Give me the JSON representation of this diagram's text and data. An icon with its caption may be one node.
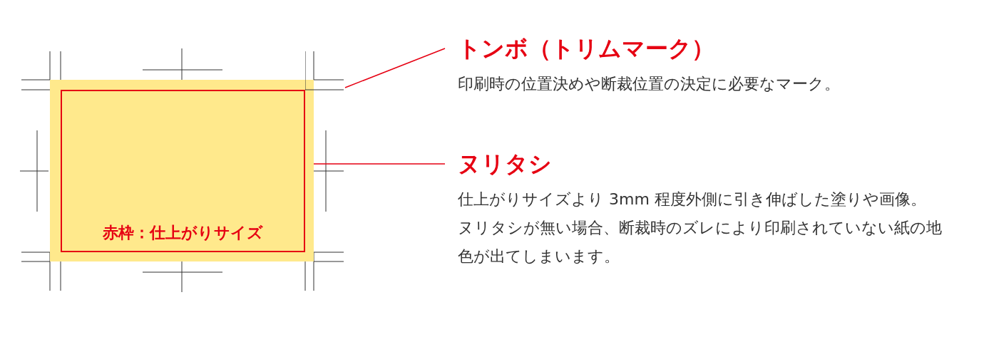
{
  "diagram": {
    "nodes": [
      {
        "text": [],
        "shape": "box"
      },
      {
        "text": [
          "赤枠：仕上がりサイズ"
        ],
        "in": 0
      },
      {
        "text": [],
        "shape": "cross"
      },
      {
        "text": [
          "トンボ（トリムマーク）",
          "印刷時の位置決めや断裁位置の決定に必要なマーク。"
        ]
      },
      {
        "text": [
          "ヌリタシ",
          "仕上がりサイズより 3mm 程度外側に引き伸ばした塗りや画像。",
          "ヌリタシが無い場合、断裁時のズレにより印刷されていない紙の地色が出てしまいます。"
        ]
      }
    ],
    "edges": [
      {
        "from": 3,
        "to": 2,
        "arrow": "none"
      },
      {
        "from": 4,
        "to": 0,
        "arrow": "none"
      }
    ]
  }
}
